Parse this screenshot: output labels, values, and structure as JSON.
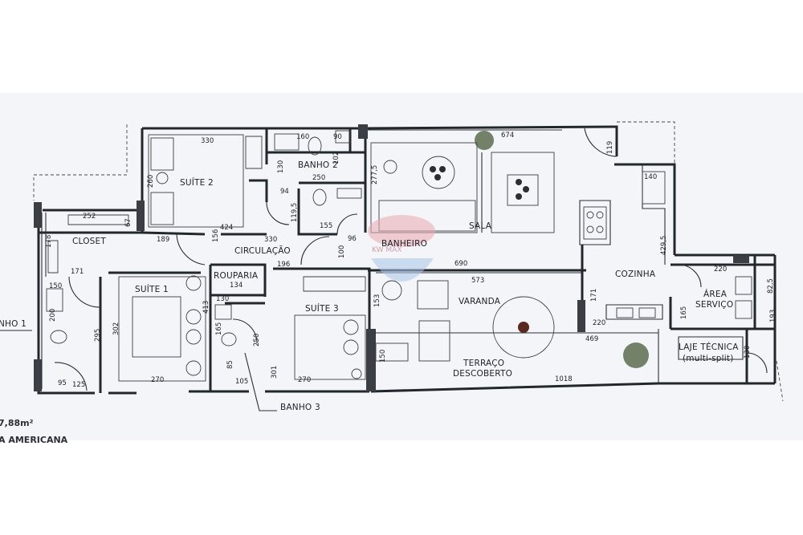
{
  "rooms": {
    "suite2": "SUÍTE 2",
    "banho2": "BANHO 2",
    "sala": "SALA",
    "closet": "CLOSET",
    "circulacao": "CIRCULAÇÃO",
    "banheiro": "BANHEIRO",
    "cozinha": "COZINHA",
    "suite1": "SUÍTE 1",
    "rouparia": "ROUPARIA",
    "suite3": "SUÍTE 3",
    "varanda": "VARANDA",
    "area_servico_1": "ÁREA",
    "area_servico_2": "SERVIÇO",
    "laje_tecnica_1": "LAJE TÉCNICA",
    "laje_tecnica_2": "(multi-split)",
    "terraco_1": "TERRAÇO",
    "terraco_2": "DESCOBERTO",
    "banho3": "BANHO 3",
    "banho1": "NHO 1"
  },
  "dimensions": {
    "d330a": "330",
    "d160": "160",
    "d90": "90",
    "d674": "674",
    "d102": "102",
    "d130a": "130",
    "d250a": "250",
    "d260": "260",
    "d94": "94",
    "d1195": "119,5",
    "d2775": "277,5",
    "d119": "119",
    "d140": "140",
    "d155": "155",
    "d252": "252",
    "d67": "67",
    "d424": "424",
    "d4295": "429,5",
    "d178": "178",
    "d189": "189",
    "d156": "156",
    "d330b": "330",
    "d96": "96",
    "d100": "100",
    "d196": "196",
    "d171a": "171",
    "d690": "690",
    "d220a": "220",
    "d134": "134",
    "d573": "573",
    "d825": "82,5",
    "d150a": "150",
    "d130b": "130",
    "d413": "413",
    "d153": "153",
    "d171b": "171",
    "d200": "200",
    "d295": "295",
    "d302": "302",
    "d165a": "165",
    "d250b": "250",
    "d150b": "150",
    "d193": "193",
    "d165b": "165",
    "d220b": "220",
    "d469": "469",
    "d130c": "130",
    "d85": "85",
    "d95": "95",
    "d125": "125",
    "d270a": "270",
    "d105": "105",
    "d301": "301",
    "d270b": "270",
    "d1018": "1018"
  },
  "footer": {
    "area": "7,88m²",
    "subtitle": "A AMERICANA"
  },
  "watermark": "KW MAX"
}
